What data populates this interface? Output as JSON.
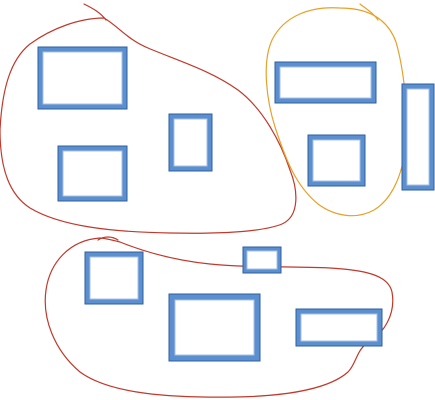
{
  "colors": {
    "background": "#ffffff",
    "box_fill": "#5b8fcf",
    "box_border": "#2e5f9e",
    "box_inner": "#ffffff",
    "lasso_red": "#c0392b",
    "lasso_orange": "#e6a12a"
  },
  "groups": [
    {
      "name": "top-left-group",
      "outline_color": "red",
      "box_count": 3
    },
    {
      "name": "top-right-group",
      "outline_color": "orange",
      "box_count": 2
    },
    {
      "name": "bottom-group",
      "outline_color": "red",
      "box_count": 4
    }
  ],
  "ungrouped_box_count": 1
}
